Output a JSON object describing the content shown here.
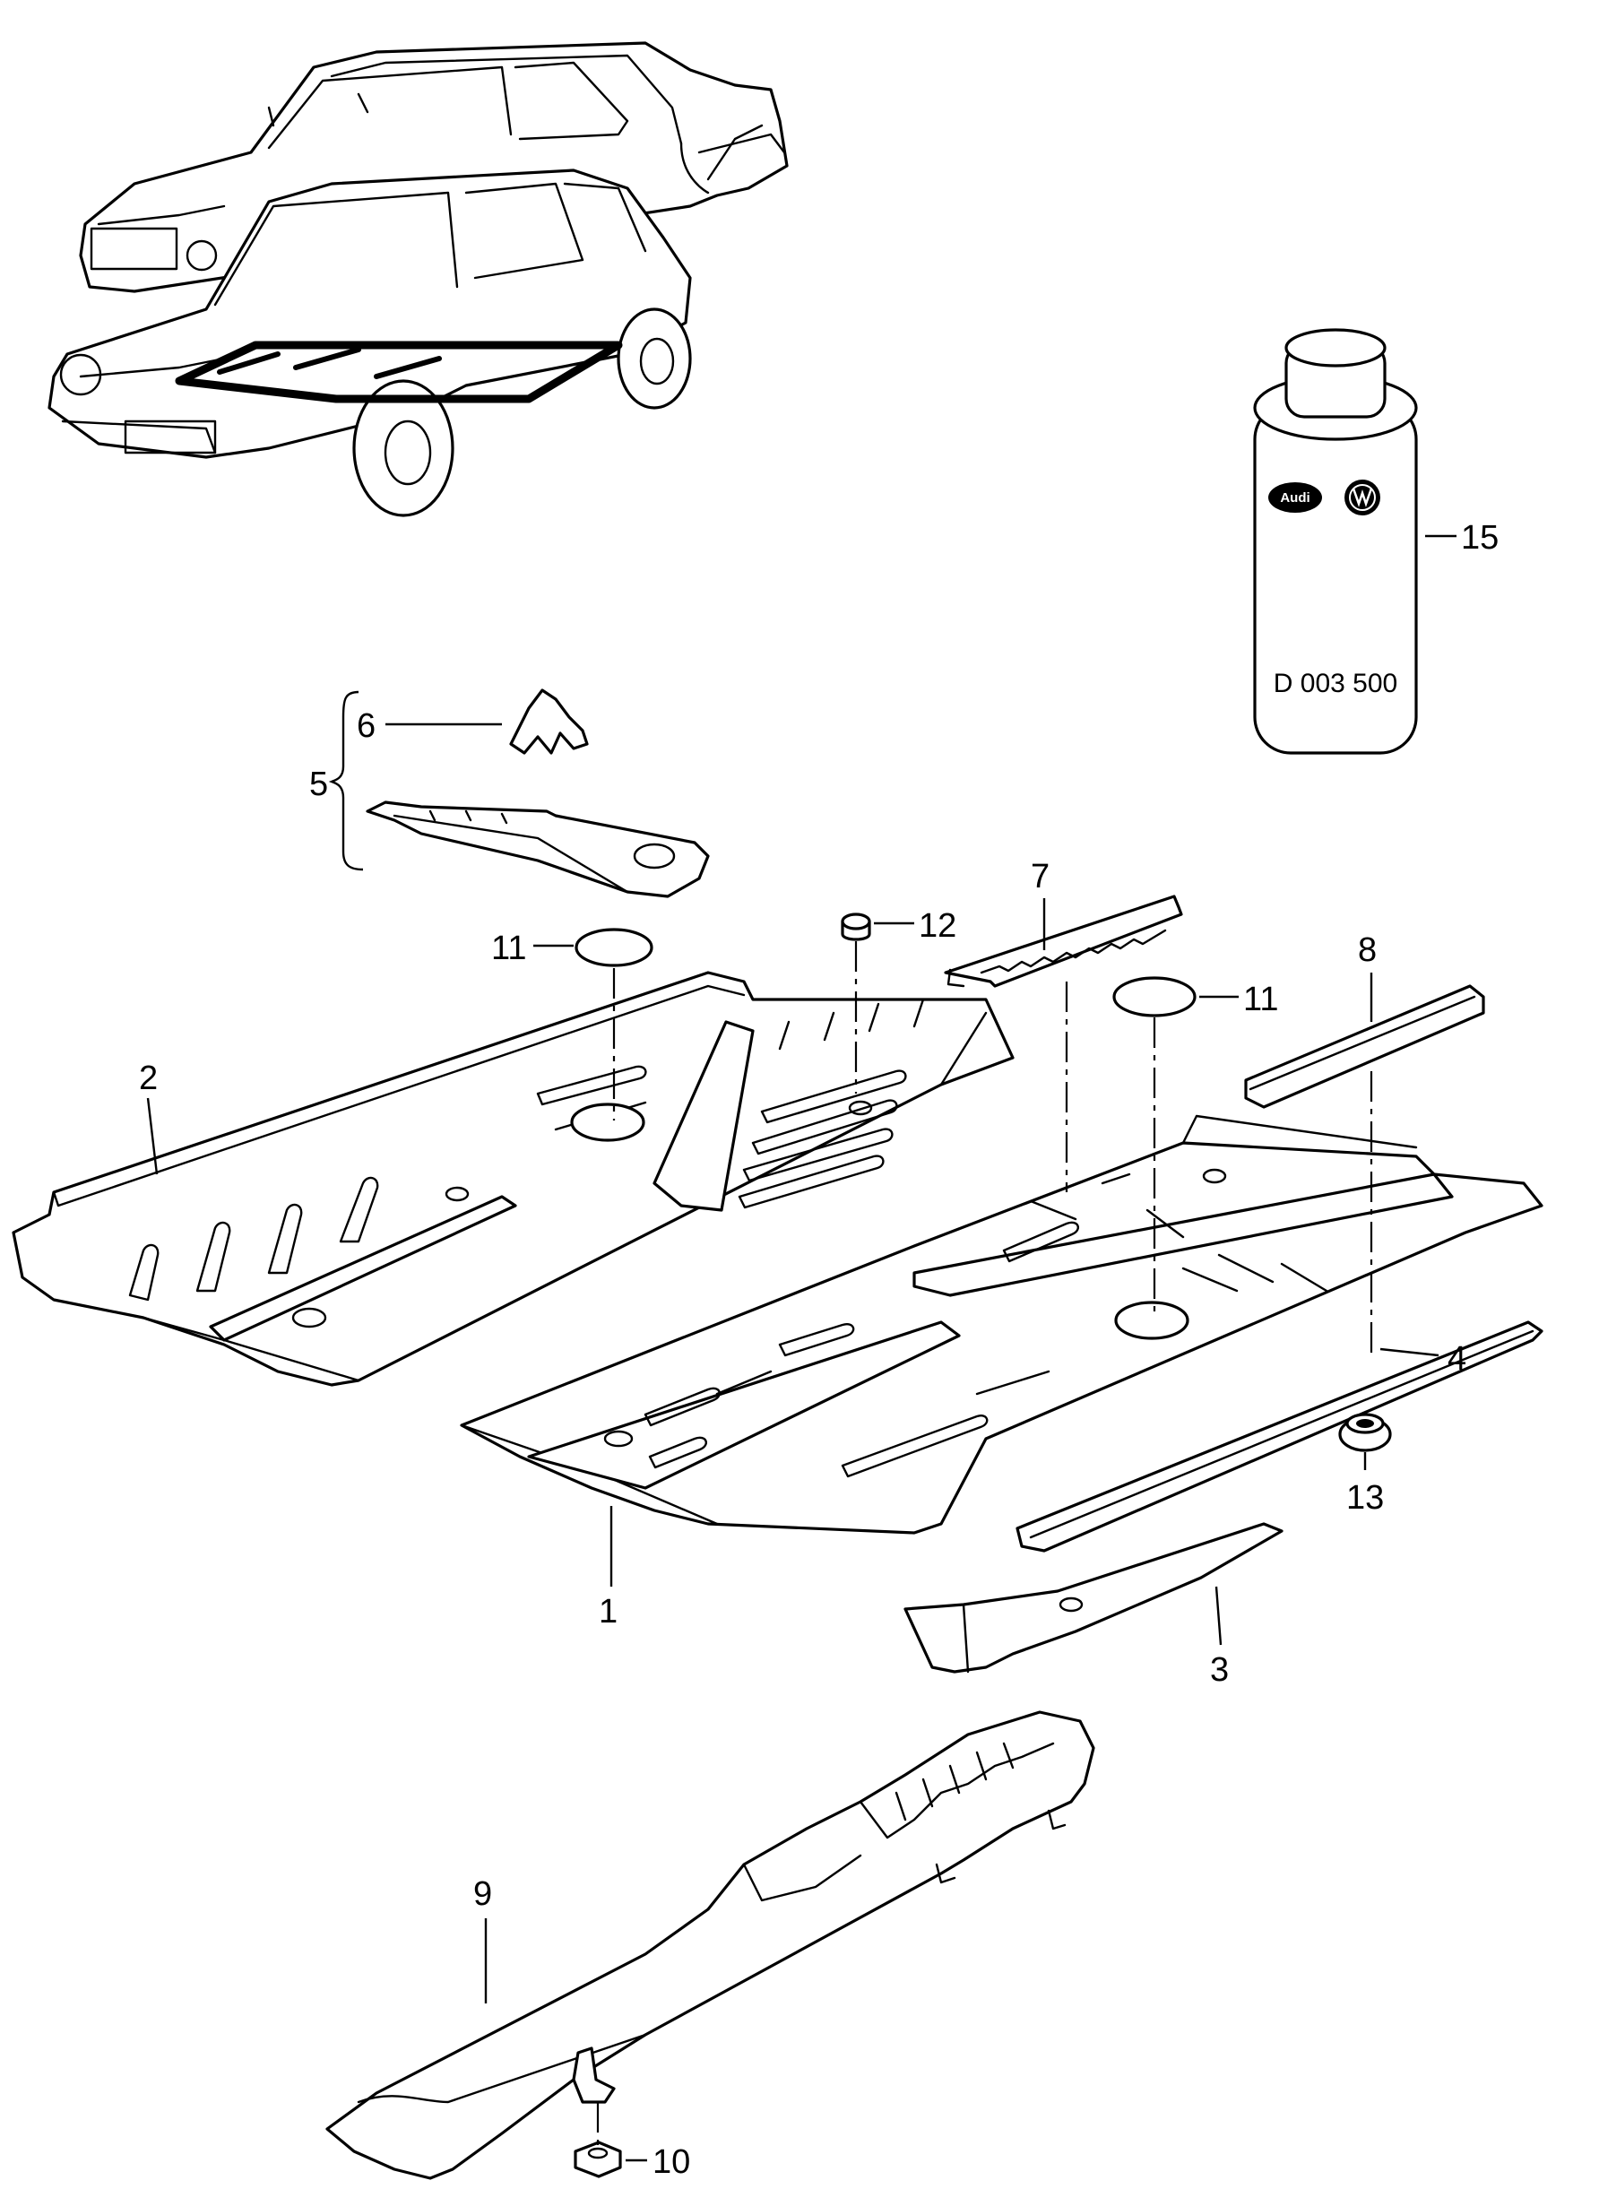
{
  "callouts": {
    "p1": "1",
    "p2": "2",
    "p3": "3",
    "p4": "4",
    "p5": "5",
    "p6": "6",
    "p7": "7",
    "p8": "8",
    "p9": "9",
    "p10": "10",
    "p11a": "11",
    "p11b": "11",
    "p12": "12",
    "p13": "13",
    "p15": "15"
  },
  "can": {
    "code": "D 003 500",
    "logo_left": "Audi",
    "logo_right": "VW"
  }
}
